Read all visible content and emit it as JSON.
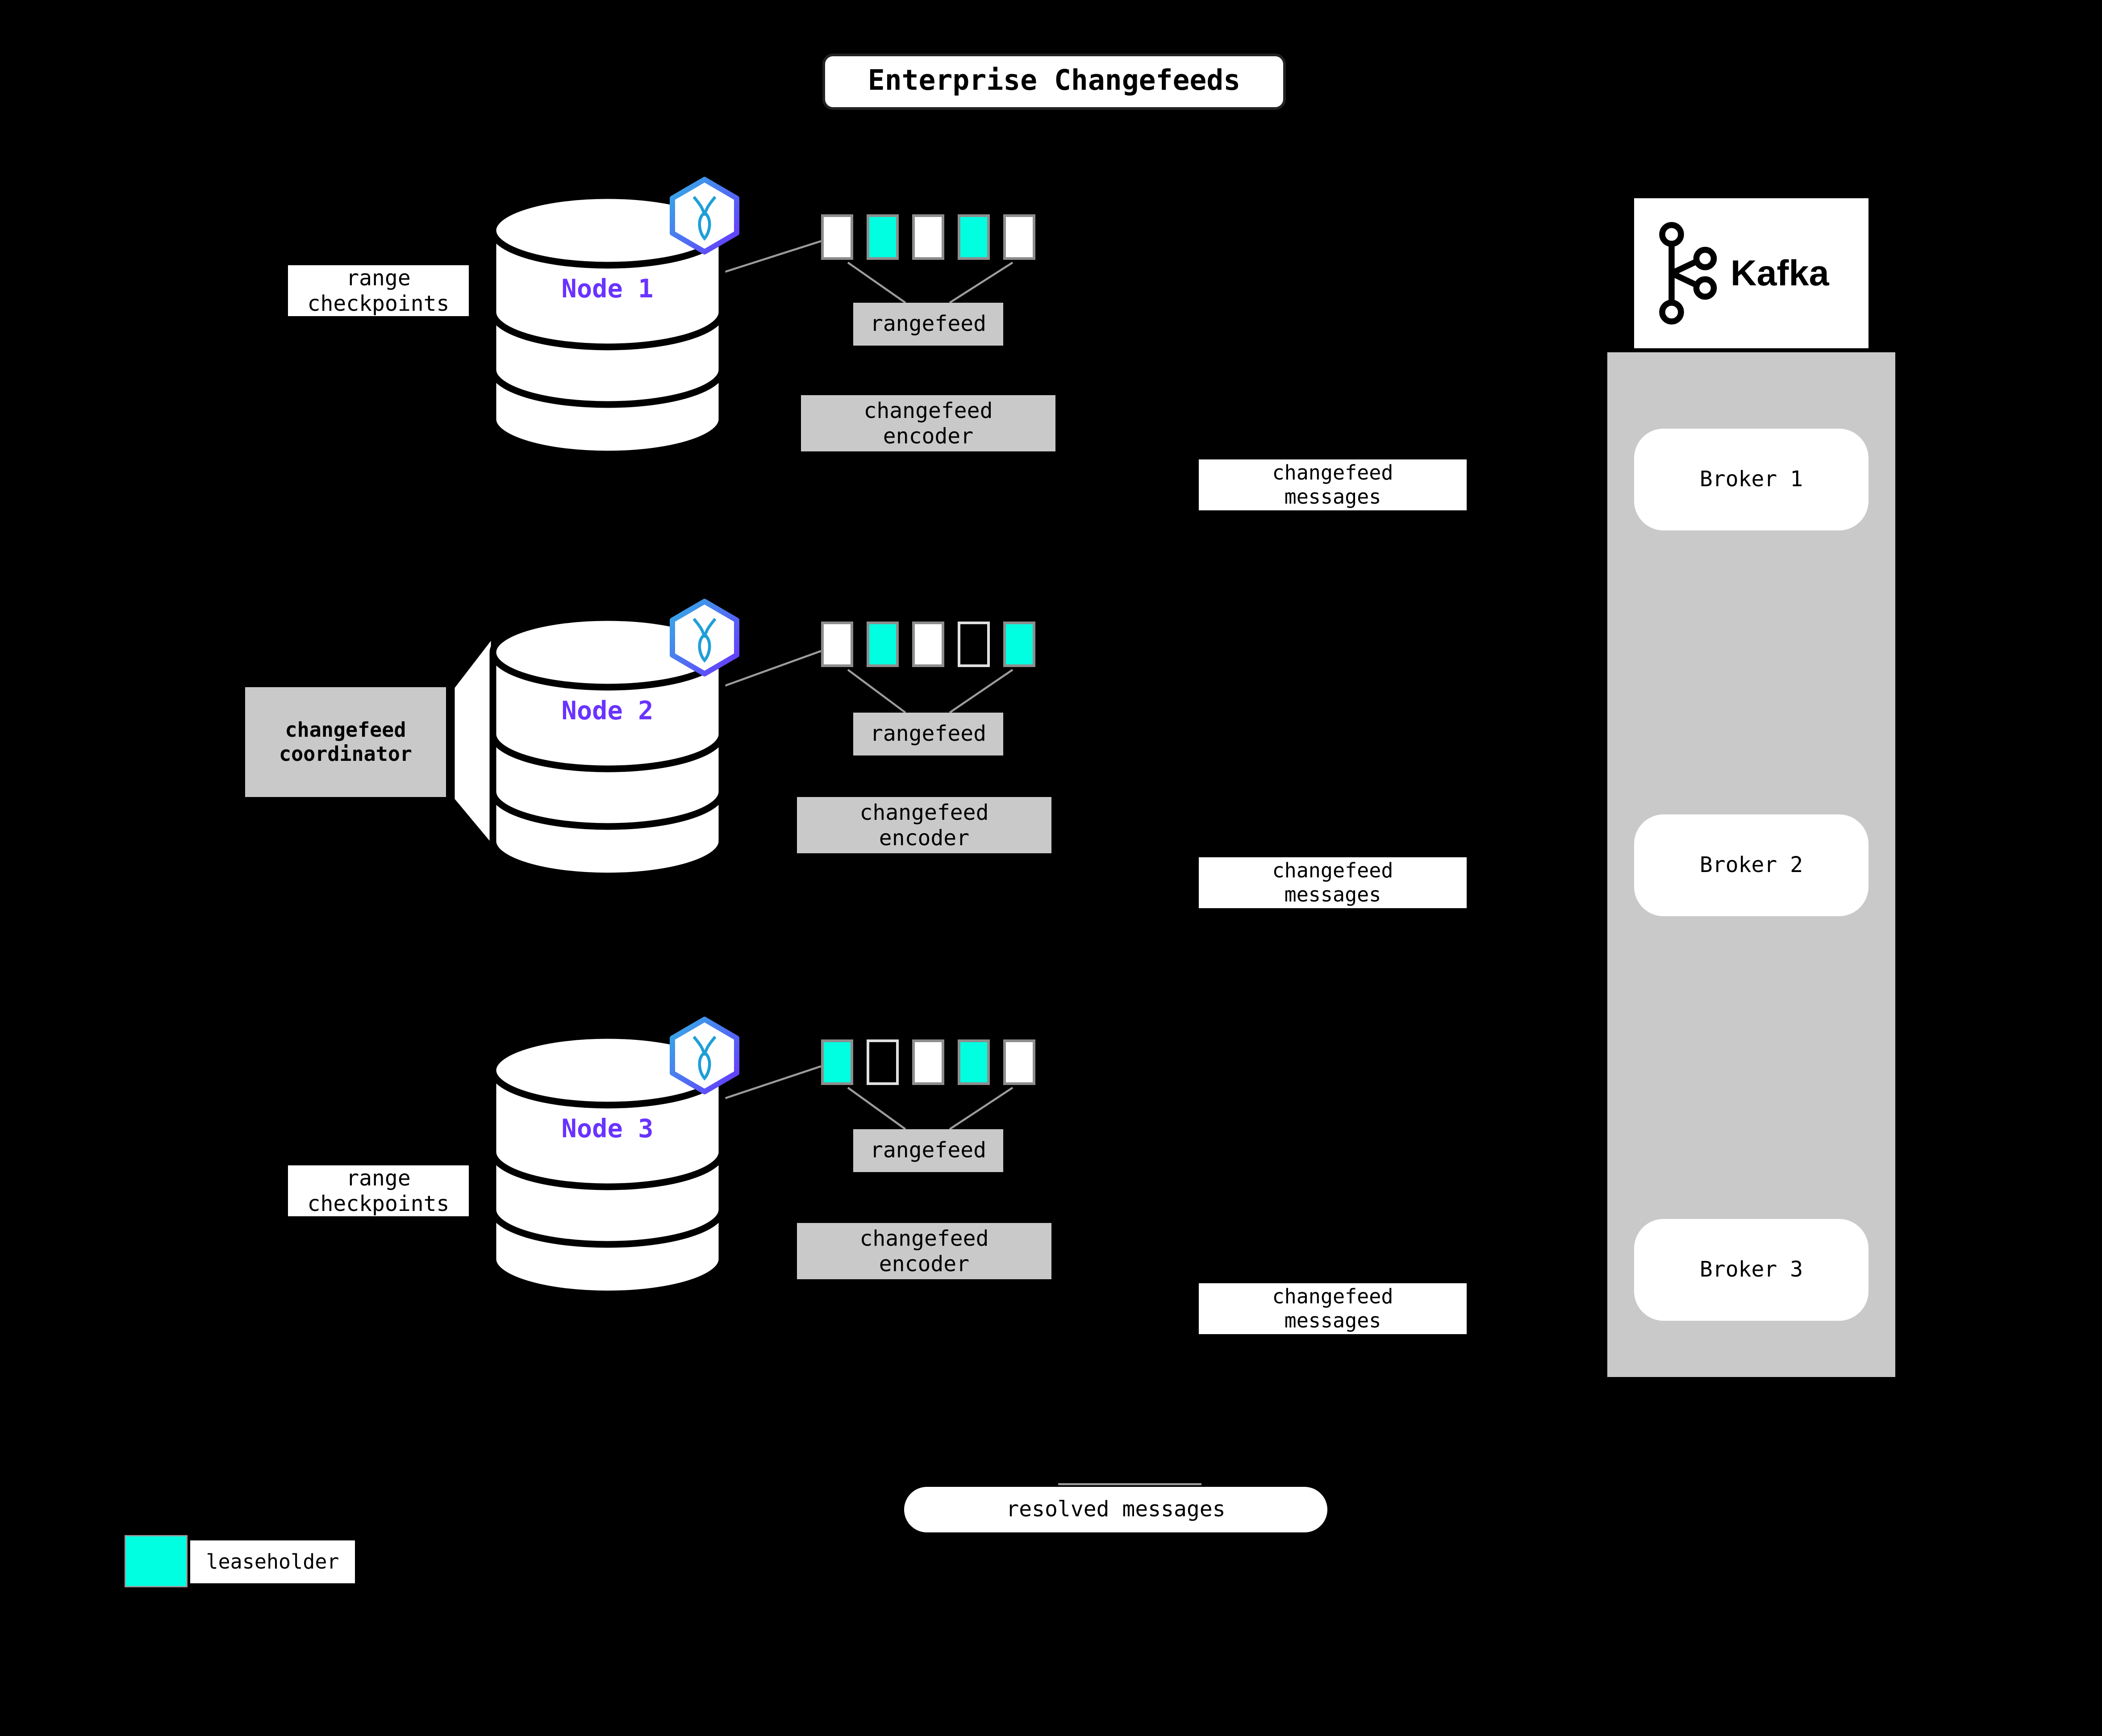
{
  "title": "Enterprise Changefeeds",
  "nodes": [
    {
      "label": "Node 1",
      "ranges": [
        "white",
        "cyan",
        "white",
        "cyan",
        "white"
      ]
    },
    {
      "label": "Node 2",
      "ranges": [
        "white",
        "cyan",
        "white",
        "outline",
        "cyan"
      ]
    },
    {
      "label": "Node 3",
      "ranges": [
        "cyan",
        "outline",
        "white",
        "cyan",
        "white"
      ]
    }
  ],
  "labels": {
    "range_checkpoints": "range\ncheckpoints",
    "changefeed_coordinator": "changefeed\ncoordinator",
    "rangefeed": "rangefeed",
    "changefeed_encoder": "changefeed\nencoder",
    "changefeed_messages": "changefeed\nmessages",
    "resolved_messages": "resolved messages",
    "leaseholder": "leaseholder"
  },
  "kafka": {
    "wordmark": "Kafka",
    "brokers": [
      "Broker 1",
      "Broker 2",
      "Broker 3"
    ]
  },
  "icons": {
    "cockroachdb": "cockroachdb-logo-icon",
    "kafka": "kafka-logo-icon"
  },
  "colors": {
    "leaseholder_cyan": "#00FFE1",
    "node_label_purple": "#6933FF",
    "box_gray": "#C9C9C9",
    "background": "#000000"
  }
}
